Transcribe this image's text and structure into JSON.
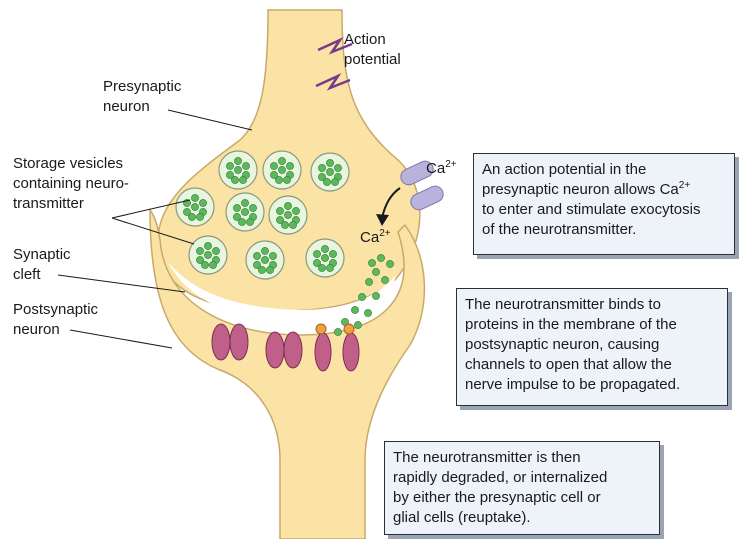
{
  "labels": {
    "action_potential": [
      "Action",
      "potential"
    ],
    "presynaptic_neuron": [
      "Presynaptic",
      "neuron"
    ],
    "storage_vesicles": [
      "Storage vesicles",
      "containing neuro-",
      "transmitter"
    ],
    "synaptic_cleft": [
      "Synaptic",
      "cleft"
    ],
    "postsynaptic_neuron": [
      "Postsynaptic",
      "neuron"
    ]
  },
  "ion": {
    "symbol": "Ca",
    "charge": "2+"
  },
  "boxes": {
    "box1": {
      "line1": "An action potential in the",
      "line2_pre": "presynaptic neuron allows Ca",
      "line2_sup": "2+",
      "line3": "to enter and stimulate exocytosis",
      "line4": "of the neurotransmitter."
    },
    "box2": [
      "The neurotransmitter binds to",
      "proteins in the membrane of the",
      "postsynaptic neuron, causing",
      "channels to open that allow the",
      "nerve impulse to be propagated."
    ],
    "box3": [
      "The neurotransmitter is then",
      "rapidly degraded, or internalized",
      "by either the presynaptic cell or",
      "glial cells (reuptake)."
    ]
  },
  "colors": {
    "neuron_fill": "#fbe3a6",
    "neuron_outline": "#c9a96a",
    "vesicle_fill": "#e8f5df",
    "vesicle_outline": "#8a9a7a",
    "neurotransmitter": "#5cb85c",
    "channel": "#c0608a",
    "calcium_channel": "#b8b2dc",
    "receptor_bound": "#f0a040",
    "action_potential": "#7a3a8a"
  }
}
